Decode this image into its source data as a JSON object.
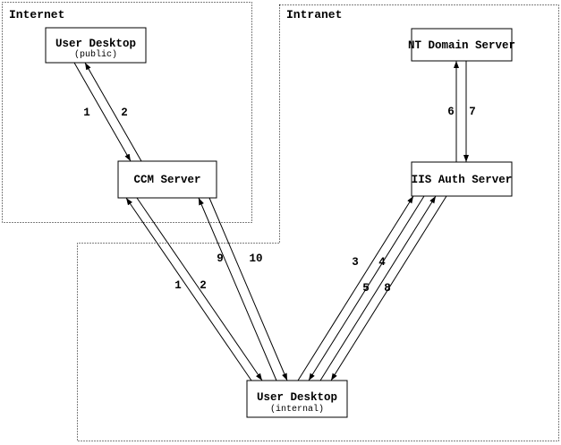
{
  "diagram": {
    "colors": {
      "foreground": "#000000",
      "background": "#ffffff"
    },
    "regions": [
      {
        "name": "internet",
        "label": "Internet"
      },
      {
        "name": "intranet",
        "label": "Intranet"
      }
    ],
    "nodes": [
      {
        "name": "user-desktop-public",
        "title": "User Desktop",
        "subtitle": "(public)",
        "region": "internet"
      },
      {
        "name": "ccm-server",
        "title": "CCM Server",
        "subtitle": "",
        "region": "internet"
      },
      {
        "name": "nt-domain-server",
        "title": "NT Domain Server",
        "subtitle": "",
        "region": "intranet"
      },
      {
        "name": "iis-auth-server",
        "title": "IIS Auth Server",
        "subtitle": "",
        "region": "intranet"
      },
      {
        "name": "user-desktop-internal",
        "title": "User Desktop",
        "subtitle": "(internal)",
        "region": "intranet"
      }
    ],
    "connections": [
      {
        "label": "1",
        "from": "user-desktop-public",
        "to": "ccm-server"
      },
      {
        "label": "2",
        "from": "ccm-server",
        "to": "user-desktop-public"
      },
      {
        "label": "1",
        "from": "user-desktop-internal",
        "to": "ccm-server"
      },
      {
        "label": "2",
        "from": "ccm-server",
        "to": "user-desktop-internal"
      },
      {
        "label": "9",
        "from": "user-desktop-internal",
        "to": "ccm-server"
      },
      {
        "label": "10",
        "from": "ccm-server",
        "to": "user-desktop-internal"
      },
      {
        "label": "3",
        "from": "user-desktop-internal",
        "to": "iis-auth-server"
      },
      {
        "label": "4",
        "from": "iis-auth-server",
        "to": "user-desktop-internal"
      },
      {
        "label": "5",
        "from": "user-desktop-internal",
        "to": "iis-auth-server"
      },
      {
        "label": "8",
        "from": "iis-auth-server",
        "to": "user-desktop-internal"
      },
      {
        "label": "6",
        "from": "iis-auth-server",
        "to": "nt-domain-server"
      },
      {
        "label": "7",
        "from": "nt-domain-server",
        "to": "iis-auth-server"
      }
    ]
  }
}
